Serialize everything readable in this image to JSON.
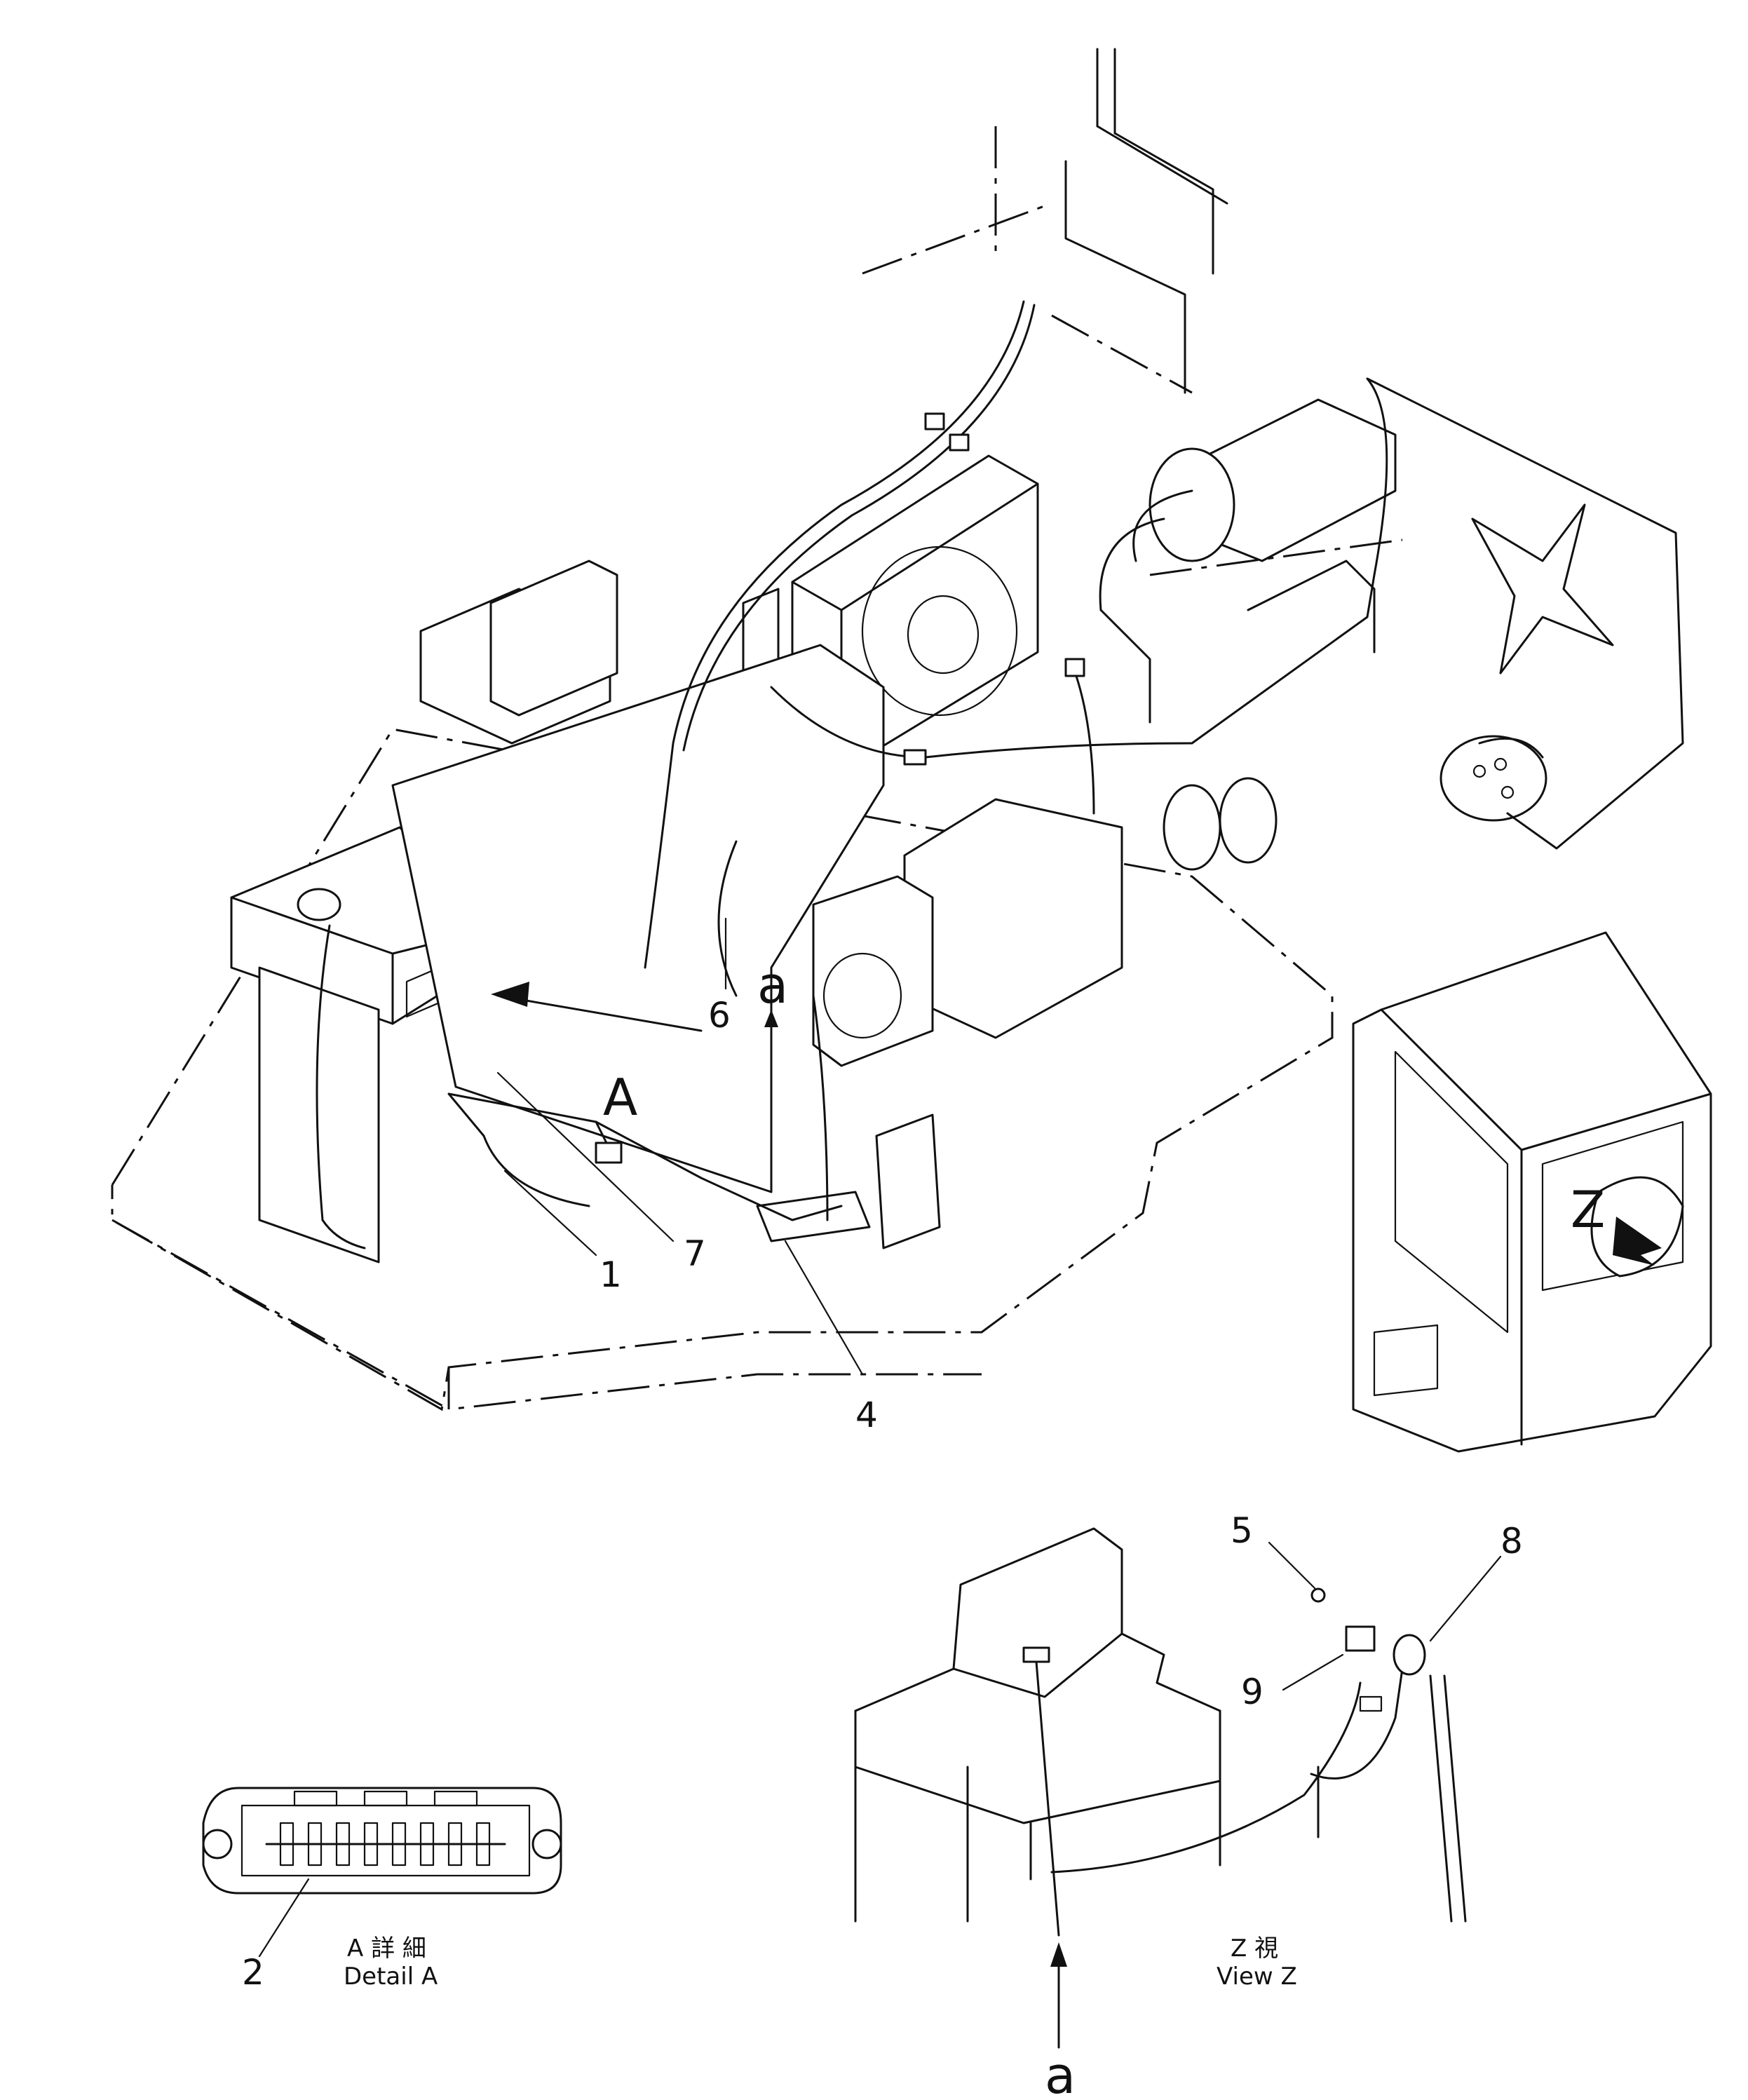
{
  "callouts": {
    "c1": "1",
    "c2": "2",
    "c4": "4",
    "c5": "5",
    "c6": "6",
    "c7": "7",
    "c8": "8",
    "c9": "9"
  },
  "view_markers": {
    "detail_a_arrow": "A",
    "a_upper": "a",
    "a_lower": "a",
    "z_arrow": "Z"
  },
  "captions": {
    "detail_a_jp": "A 詳 細",
    "detail_a_en": "Detail A",
    "view_z_jp": "Z   視",
    "view_z_en": "View Z"
  }
}
